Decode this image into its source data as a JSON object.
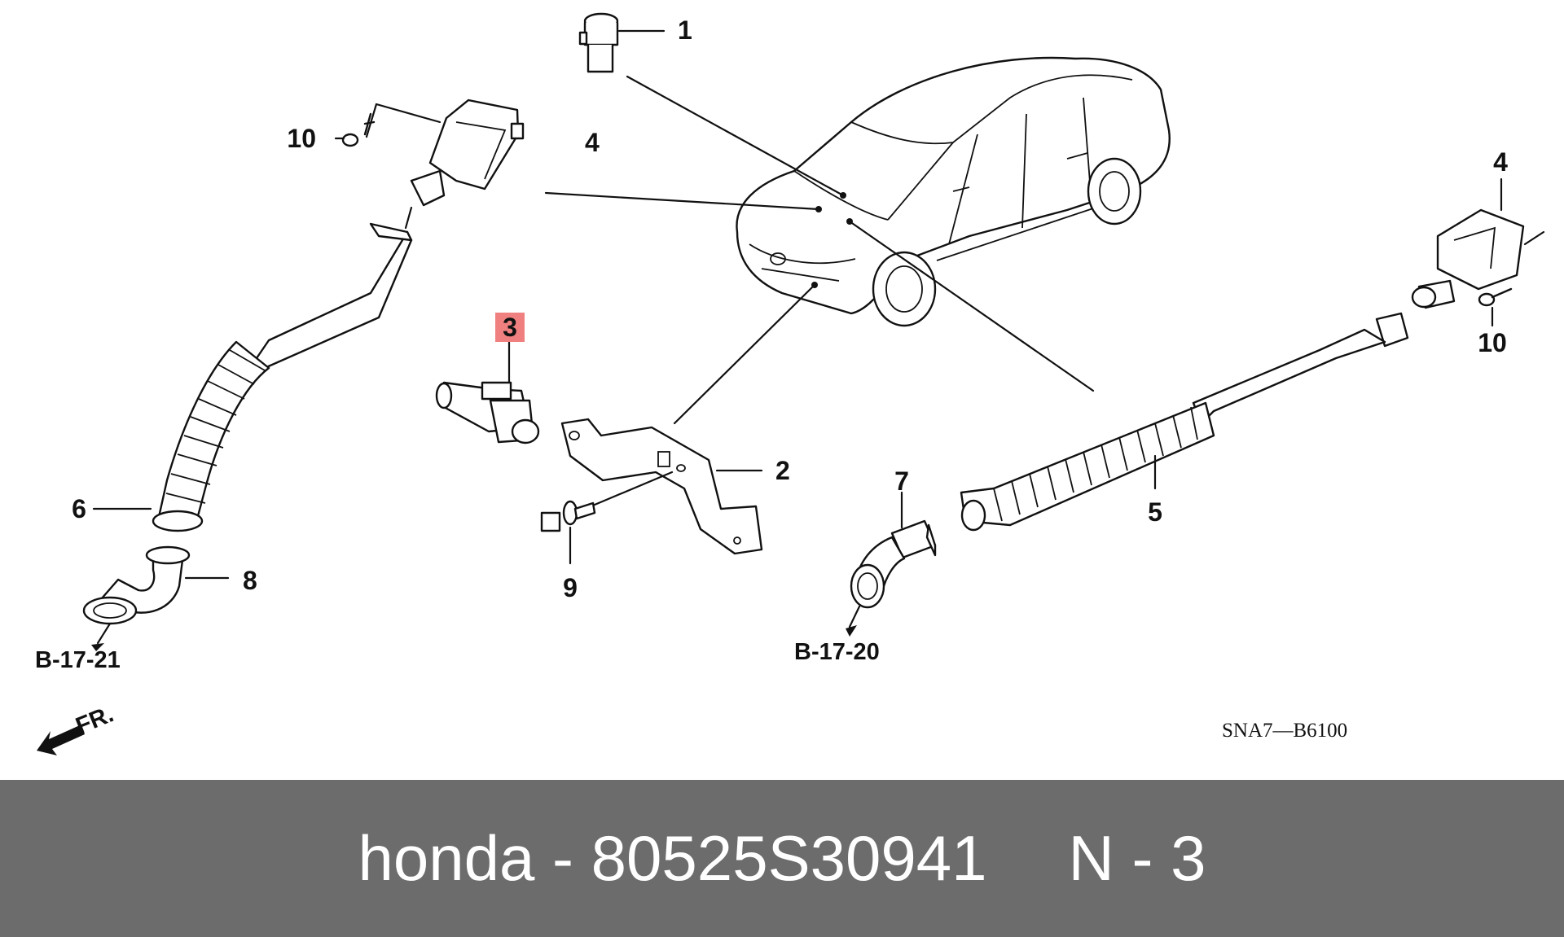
{
  "diagram": {
    "callouts": {
      "c1": "1",
      "c2": "2",
      "c3": "3",
      "c4_left": "4",
      "c4_right": "4",
      "c5": "5",
      "c6": "6",
      "c7": "7",
      "c8": "8",
      "c9": "9",
      "c10_left": "10",
      "c10_right": "10"
    },
    "references": {
      "left": "B-17-21",
      "right": "B-17-20"
    },
    "front_marker": "FR.",
    "drawing_code": "SNA7—B6100",
    "highlight_color": "#f08080"
  },
  "footer": {
    "part_text": "honda - 80525S30941",
    "position_text": "N - 3"
  }
}
